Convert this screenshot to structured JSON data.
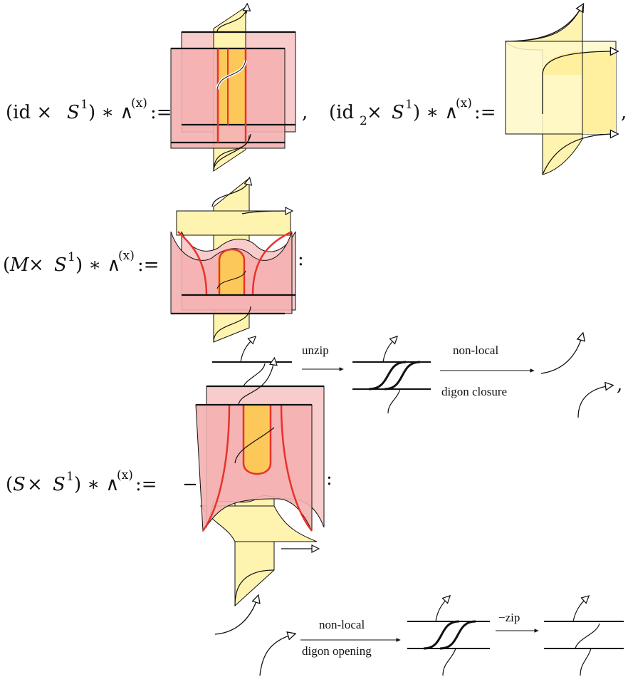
{
  "equations": [
    {
      "lhs_open": "(id × ",
      "lhs_S": "S",
      "lhs_exp": "1",
      "lhs_close": ") ∗ ∧",
      "lhs_sup": "(x)",
      "assign": ":=",
      "trail": ","
    },
    {
      "lhs_open": "(id",
      "lhs_sub": "2",
      "lhs_mid": " × ",
      "lhs_S": "S",
      "lhs_exp": "1",
      "lhs_close": ") ∗ ∧",
      "lhs_sup": "(x)",
      "assign": ":=",
      "trail": ","
    },
    {
      "lhs_open": "(",
      "lhs_M": "M",
      "lhs_mid": " × ",
      "lhs_S": "S",
      "lhs_exp": "1",
      "lhs_close": ") ∗ ∧",
      "lhs_sup": "(x)",
      "assign": ":=",
      "trail": ":"
    },
    {
      "lhs_open": "(",
      "lhs_M": "S",
      "lhs_mid": " × ",
      "lhs_S": "S",
      "lhs_exp": "1",
      "lhs_close": ") ∗ ∧",
      "lhs_sup": "(x)",
      "assign": ":=",
      "sign": "−",
      "trail": ":"
    }
  ],
  "moves_merge": {
    "step1": "unzip",
    "step2_top": "non-local",
    "step2_bottom": "digon closure",
    "trail": ","
  },
  "moves_split": {
    "step1_top": "non-local",
    "step1_bottom": "digon opening",
    "step2": "−zip"
  },
  "colors": {
    "sheet_red": "#f4b0b0",
    "sheet_red_light": "#f9cccc",
    "sheet_yellow": "#fff3b0",
    "sheet_orange": "#fcc85a",
    "seam_red": "#e8332a",
    "line": "#111111"
  }
}
